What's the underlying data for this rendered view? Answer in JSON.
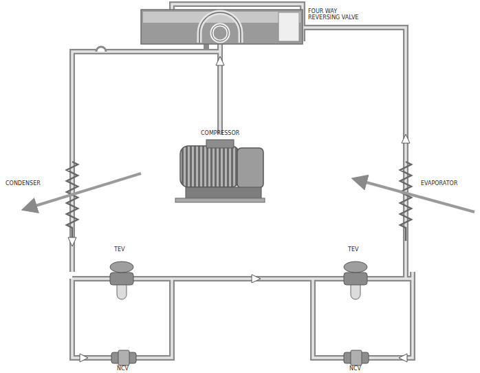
{
  "diagram": {
    "labels": [
      "FOUR WAY REVERSING VALVE",
      "COMPRESSOR",
      "CONDENSER",
      "EVAPORATOR",
      "TEV",
      "TEV",
      "NCV",
      "NCV"
    ]
  }
}
